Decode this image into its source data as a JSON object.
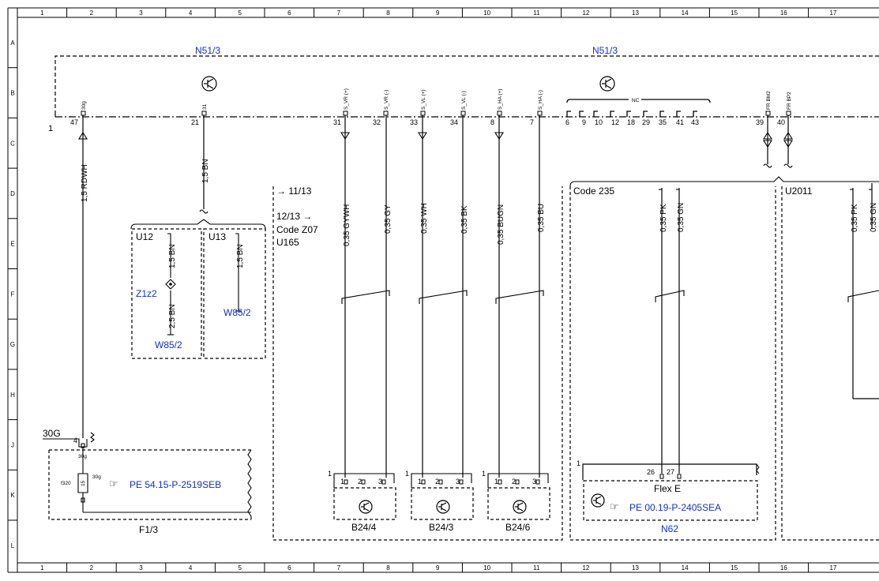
{
  "grid": {
    "columns": [
      "1",
      "2",
      "3",
      "4",
      "5",
      "6",
      "7",
      "8",
      "9",
      "10",
      "11",
      "12",
      "13",
      "14",
      "15",
      "16",
      "17"
    ],
    "rows": [
      "A",
      "B",
      "C",
      "D",
      "E",
      "F",
      "G",
      "H",
      "J",
      "K",
      "L"
    ]
  },
  "modules": {
    "n51_left": "N51/3",
    "n51_right": "N51/3",
    "marker_1": "1",
    "pin_labels": {
      "p30g": "30g",
      "p31": "31",
      "vr_pos": "S_VR (+)",
      "vr_neg": "S_VR (-)",
      "vl_pos": "S_VL (+)",
      "vl_neg": "S_VL (-)",
      "ha_pos": "S_HA (+)",
      "ha_neg": "S_HA (-)",
      "nc": "NC",
      "fr_bm2": "FR BM2",
      "fr_bp2": "FR BP2"
    },
    "pins": {
      "p47": "47",
      "p21": "21",
      "p31": "31",
      "p32": "32",
      "p33": "33",
      "p34": "34",
      "p8": "8",
      "p7": "7",
      "p6": "6",
      "p9": "9",
      "p10": "10",
      "p12": "12",
      "p18": "18",
      "p29": "29",
      "p35": "35",
      "p41": "41",
      "p43": "43",
      "p39": "39",
      "p40": "40"
    }
  },
  "wires": {
    "rdwh": "1,5 RDWH",
    "bn_21": "1,5 BN",
    "gywh": "0,35 GYWH",
    "gy": "0,35 GY",
    "wh": "0,35 WH",
    "bk": "0,35 BK",
    "bugn": "0,35 BUGN",
    "bu": "0,35 BU",
    "pk": "0,35 PK",
    "gn": "0,35 GN",
    "pk_u2011": "0,35 PK",
    "gn_u2011": "0,35 GN",
    "u12_bn": "1,5 BN",
    "u12_bn2": "2,5 BN",
    "u13_bn": "1,5 BN"
  },
  "boxes": {
    "u12": "U12",
    "u13": "U13",
    "z1z2": "Z1z2",
    "w85_2_a": "W85/2",
    "w85_2_b": "W85/2",
    "ref_11_13": "→ 11/13",
    "ref_12_13": "12/13 →",
    "code_z07": "Code Z07",
    "u165": "U165",
    "code_235": "Code 235",
    "u2011": "U2011"
  },
  "fuse": {
    "title": "F1/3",
    "terminal": "30G",
    "pin4": "4",
    "p30g_top": "30g",
    "p30g_side": "30g",
    "f320": "f320",
    "f15": "15",
    "ref": "PE 54.15-P-2519SEB"
  },
  "sensors": [
    {
      "name": "B24/4",
      "marker": "1",
      "p1": "1",
      "p2": "2",
      "p3": "3"
    },
    {
      "name": "B24/3",
      "marker": "1",
      "p1": "1",
      "p2": "2",
      "p3": "3"
    },
    {
      "name": "B24/6",
      "marker": "1",
      "p1": "1",
      "p2": "2",
      "p3": "3"
    }
  ],
  "n62": {
    "name": "N62",
    "marker": "1",
    "p26": "26",
    "p27": "27",
    "flex": "Flex E",
    "ref": "PE 00.19-P-2405SEA"
  },
  "colors": {
    "line": "#000000",
    "link": "#1530c8",
    "background": "#ffffff"
  }
}
